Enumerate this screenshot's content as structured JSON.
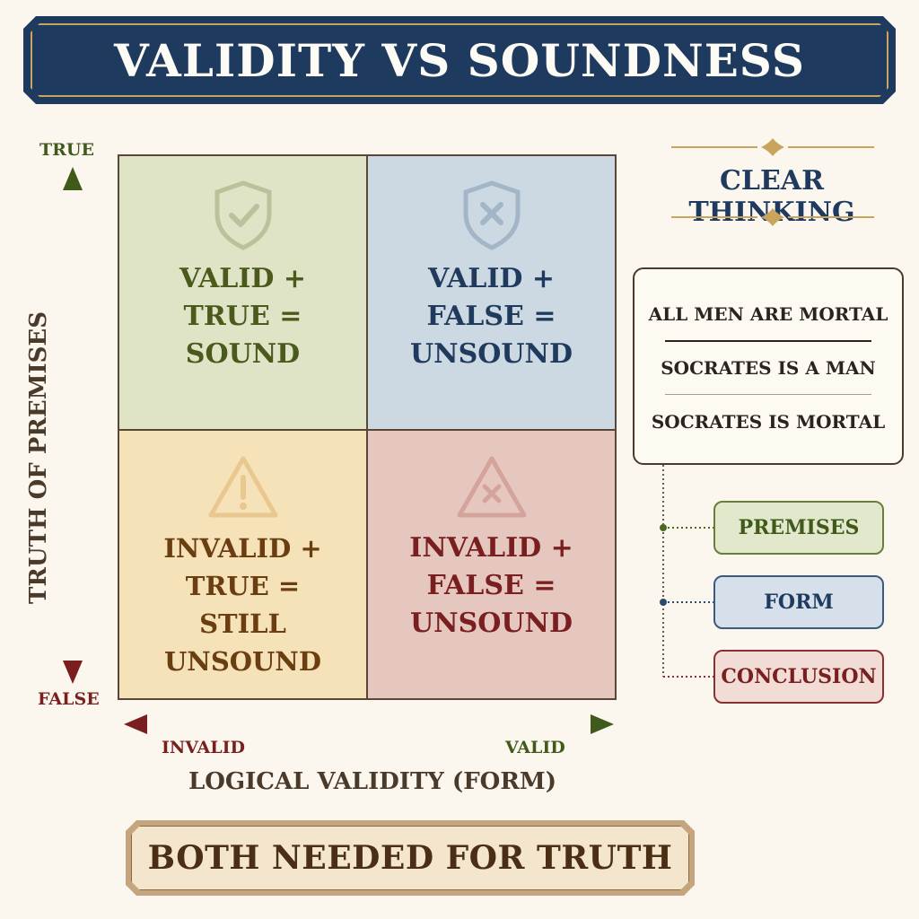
{
  "title": "VALIDITY VS SOUNDNESS",
  "quadrants": {
    "top_left": {
      "lines": [
        "VALID +",
        "TRUE =",
        "SOUND"
      ],
      "icon": "shield-check-icon",
      "color": "#4a5a1c"
    },
    "top_right": {
      "lines": [
        "VALID +",
        "FALSE =",
        "UNSOUND"
      ],
      "icon": "shield-x-icon",
      "color": "#1f3a5c"
    },
    "bottom_left": {
      "lines": [
        "INVALID +",
        "TRUE =",
        "STILL UNSOUND"
      ],
      "icon": "warning-triangle-icon",
      "color": "#6b3e12"
    },
    "bottom_right": {
      "lines": [
        "INVALID +",
        "FALSE =",
        "UNSOUND"
      ],
      "icon": "triangle-x-icon",
      "color": "#7a1f1f"
    }
  },
  "y_axis": {
    "top_label": "TRUE",
    "bottom_label": "FALSE",
    "title": "TRUTH OF PREMISES"
  },
  "x_axis": {
    "left_label": "INVALID",
    "right_label": "VALID",
    "title": "LOGICAL VALIDITY (FORM)"
  },
  "panel": {
    "title": "CLEAR THINKING",
    "syllogism": [
      "ALL MEN ARE MORTAL",
      "SOCRATES IS A MAN",
      "SOCRATES IS MORTAL"
    ],
    "tags": [
      "PREMISES",
      "FORM",
      "CONCLUSION"
    ]
  },
  "footer": "BOTH NEEDED FOR TRUTH",
  "colors": {
    "navy": "#1e3a5f",
    "olive": "#3f5a1a",
    "maroon": "#7a1f1f",
    "brown": "#6b3e12",
    "gold": "#c9a45c"
  }
}
